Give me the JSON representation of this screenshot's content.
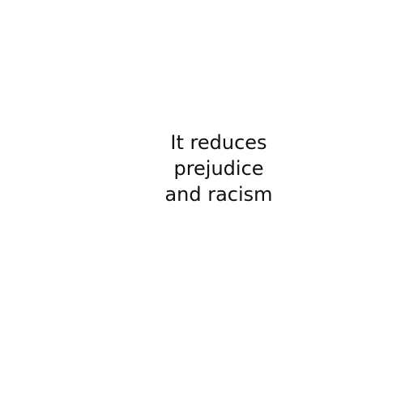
{
  "caption": {
    "lines": [
      "It reduces",
      "prejudice",
      "and racism"
    ]
  },
  "colors": {
    "background": "#ffffff",
    "text": "#111111"
  }
}
